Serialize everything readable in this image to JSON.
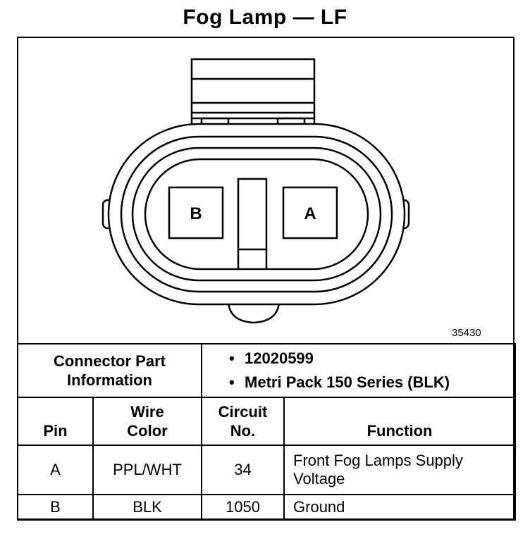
{
  "title": "Fog Lamp — LF",
  "figure_number": "35430",
  "connector": {
    "cavities": [
      "B",
      "A"
    ]
  },
  "part_info": {
    "label": "Connector Part Information",
    "bullet": "•",
    "items": [
      "12020599",
      "Metri Pack 150 Series (BLK)"
    ]
  },
  "table": {
    "headers": {
      "pin": "Pin",
      "wire_color": "Wire Color",
      "circuit": "Circuit No.",
      "function": "Function"
    },
    "rows": [
      {
        "pin": "A",
        "wire_color": "PPL/WHT",
        "circuit": "34",
        "function": "Front Fog Lamps Supply Voltage"
      },
      {
        "pin": "B",
        "wire_color": "BLK",
        "circuit": "1050",
        "function": "Ground"
      }
    ]
  }
}
